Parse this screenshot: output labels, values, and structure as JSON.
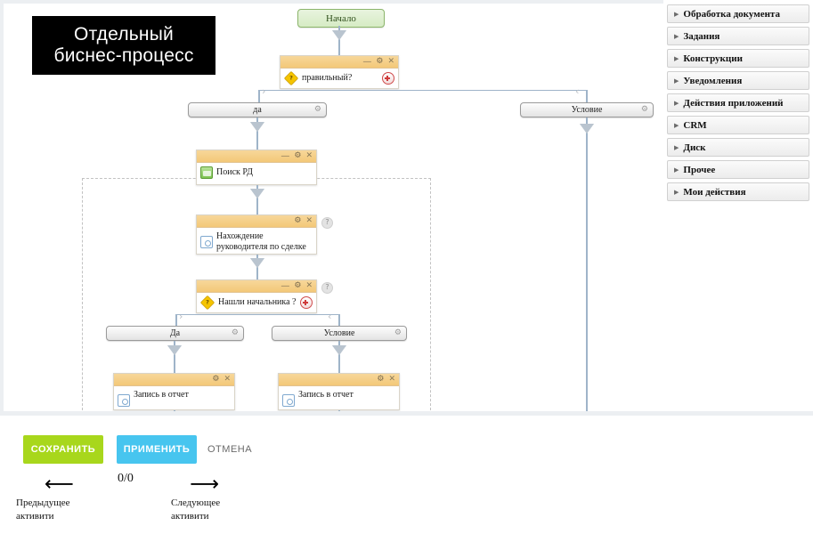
{
  "title_plate": {
    "line1": "Отдельный",
    "line2": "биснес-процесс"
  },
  "canvas": {
    "start_node": {
      "label": "Начало"
    },
    "nodes": [
      {
        "id": "correct",
        "label": "правильный?",
        "icon": "question-diamond-icon",
        "has_plus": true,
        "has_minimize": true,
        "has_help": false
      },
      {
        "id": "search-rd",
        "label": "Поиск РД",
        "icon": "green-folder-icon",
        "has_plus": false,
        "has_minimize": true,
        "has_help": false
      },
      {
        "id": "find-head",
        "label": "Нахождение руководителя по сделке",
        "icon": "blue-square-icon",
        "has_plus": false,
        "has_minimize": false,
        "has_help": true
      },
      {
        "id": "found-boss",
        "label": "Нашли начальника ?",
        "icon": "question-diamond-icon",
        "has_plus": true,
        "has_minimize": true,
        "has_help": true
      },
      {
        "id": "report-left",
        "label": "Запись в отчет",
        "icon": "blue-square-icon",
        "has_plus": false,
        "has_minimize": false,
        "has_help": false
      },
      {
        "id": "report-right",
        "label": "Запись в отчет",
        "icon": "blue-square-icon",
        "has_plus": false,
        "has_minimize": false,
        "has_help": false
      }
    ],
    "pills": [
      {
        "id": "yes-top",
        "label": "да"
      },
      {
        "id": "cond-top",
        "label": "Условие"
      },
      {
        "id": "yes-mid",
        "label": "Да"
      },
      {
        "id": "cond-mid",
        "label": "Условие"
      }
    ],
    "icons": {
      "gear": "⚙",
      "close": "✕",
      "minimize": "—",
      "help": "?",
      "chevron_right": "›",
      "chevron_left": "‹"
    }
  },
  "sidebar": {
    "items": [
      {
        "label": "Обработка документа"
      },
      {
        "label": "Задания"
      },
      {
        "label": "Конструкции"
      },
      {
        "label": "Уведомления"
      },
      {
        "label": "Действия приложений"
      },
      {
        "label": "CRM"
      },
      {
        "label": "Диск"
      },
      {
        "label": "Прочее"
      },
      {
        "label": "Мои действия"
      }
    ],
    "expand_triangle": "▶"
  },
  "bottom": {
    "save_label": "СОХРАНИТЬ",
    "apply_label": "ПРИМЕНИТЬ",
    "cancel_label": "ОТМЕНА",
    "counter": "0/0",
    "prev_arrow": "⟵",
    "next_arrow": "⟶",
    "prev_label": "Предыдущее активити",
    "next_label": "Следующее активити"
  },
  "colors": {
    "save_green": "#a8d71c",
    "apply_blue": "#47c5ef",
    "card_header_orange": "#f3c878",
    "start_green": "#d6ebc4",
    "connector_blue": "#9fb4c9"
  }
}
